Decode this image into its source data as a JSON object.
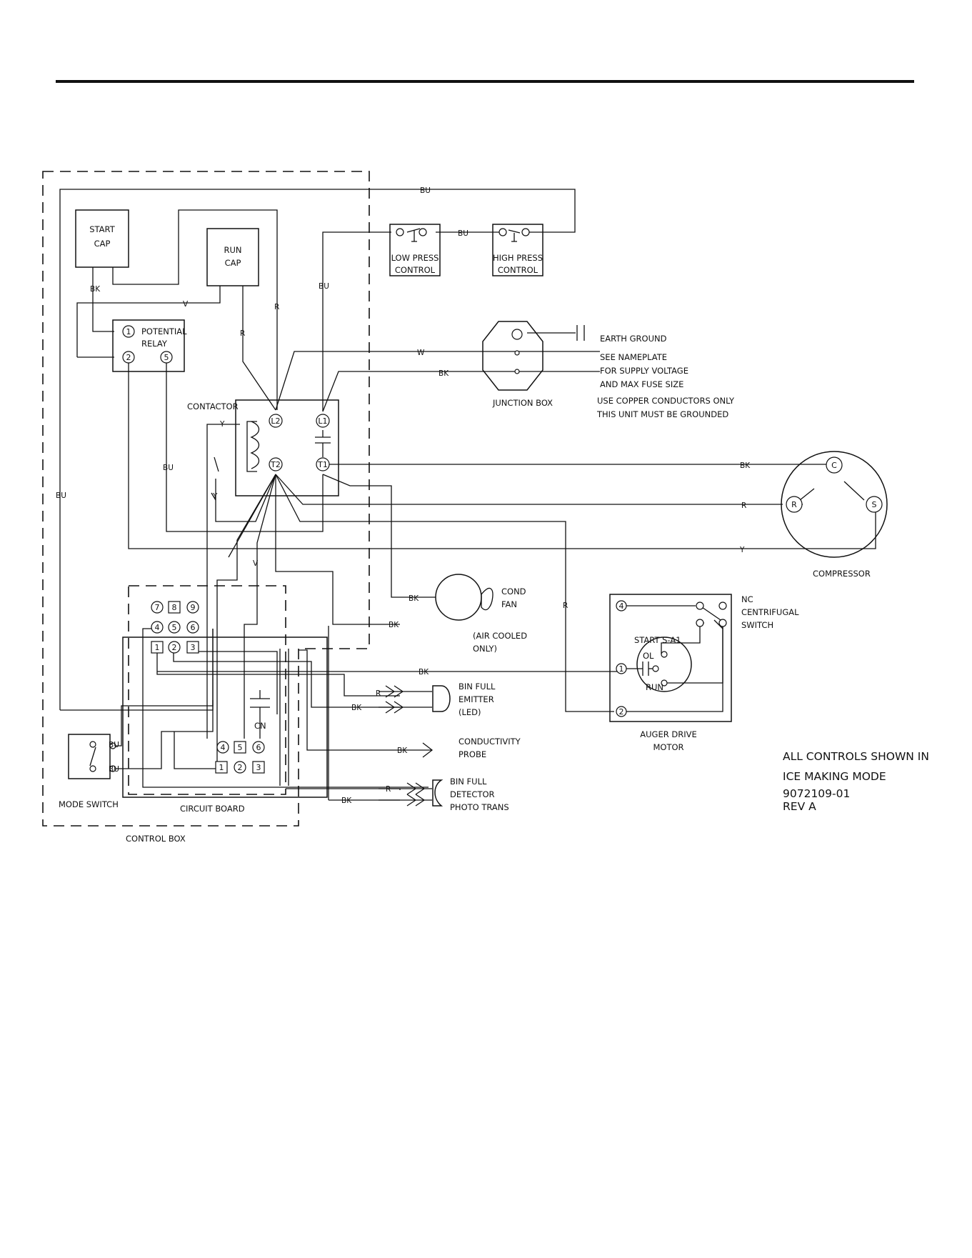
{
  "labels": {
    "start_cap_1": "START",
    "start_cap_2": "CAP",
    "run_cap_1": "RUN",
    "run_cap_2": "CAP",
    "potential_relay_1": "POTENTIAL",
    "potential_relay_2": "RELAY",
    "contactor": "CONTACTOR",
    "low_press_1": "LOW PRESS",
    "low_press_2": "CONTROL",
    "high_press_1": "HIGH PRESS",
    "high_press_2": "CONTROL",
    "earth_ground": "EARTH GROUND",
    "see_nameplate": "SEE NAMEPLATE",
    "supply_voltage": "FOR SUPPLY VOLTAGE",
    "max_fuse": "AND MAX FUSE SIZE",
    "junction_box": "JUNCTION BOX",
    "copper": "USE COPPER CONDUCTORS ONLY",
    "grounded": "THIS UNIT MUST BE GROUNDED",
    "compressor": "COMPRESSOR",
    "cond_fan_1": "COND",
    "cond_fan_2": "FAN",
    "air_cooled_1": "(AIR COOLED",
    "air_cooled_2": "ONLY)",
    "nc": "NC",
    "centrifugal": "CENTRIFUGAL",
    "switch": "SWITCH",
    "start_s_a1": "START  S-A1",
    "ol": "OL",
    "run": "RUN",
    "auger_1": "AUGER DRIVE",
    "auger_2": "MOTOR",
    "bin_emitter_1": "BIN FULL",
    "bin_emitter_2": "EMITTER",
    "bin_emitter_3": "(LED)",
    "conductivity_1": "CONDUCTIVITY",
    "conductivity_2": "PROBE",
    "bin_detector_1": "BIN FULL",
    "bin_detector_2": "DETECTOR",
    "bin_detector_3": "PHOTO TRANS",
    "mode_switch": "MODE SWITCH",
    "circuit_board": "CIRCUIT BOARD",
    "control_box": "CONTROL BOX",
    "cn": "CN"
  },
  "wire_colors": {
    "bu": "BU",
    "bk": "BK",
    "r": "R",
    "v": "V",
    "w": "W",
    "y": "Y"
  },
  "terminals": {
    "one": "1",
    "two": "2",
    "three": "3",
    "four": "4",
    "five": "5",
    "six": "6",
    "seven": "7",
    "eight": "8",
    "nine": "9",
    "l1": "L1",
    "l2": "L2",
    "t1": "T1",
    "t2": "T2",
    "c": "C",
    "r": "R",
    "s": "S"
  },
  "notes": {
    "controls_1": "ALL CONTROLS SHOWN IN",
    "controls_2": "ICE MAKING MODE",
    "part_number": "9072109-01",
    "revision": "REV A"
  }
}
